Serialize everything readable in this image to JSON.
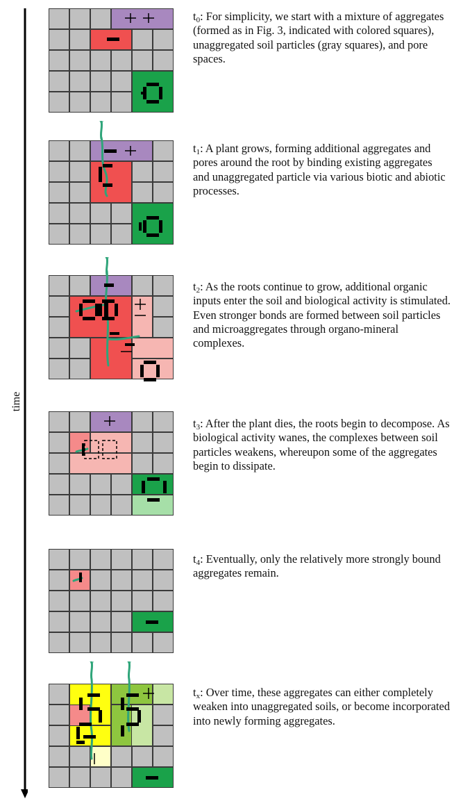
{
  "time_label": "time",
  "colors": {
    "soil_gray": "#c0c0c0",
    "grid_line": "#3a3a3a",
    "purple": "#a888bf",
    "red": "#f05050",
    "red_light": "#f58a8a",
    "pink": "#f6b6b2",
    "green": "#1aa24a",
    "green_light": "#a6dfa8",
    "yellow": "#ffff10",
    "yellow_light": "#ffffc8",
    "olive": "#8ec63f",
    "olive_light": "#c8e6a4",
    "plant": "#2fa57a",
    "bond": "#000000"
  },
  "stages": [
    {
      "id": "t0",
      "sym": "t",
      "sub": "0",
      "text": ": For simplicity, we start with a mixture of aggregates (formed as in Fig. 3, indicated with colored squares), unaggregated soil particles (gray squares), and pore spaces."
    },
    {
      "id": "t1",
      "sym": "t",
      "sub": "1",
      "text": ": A plant grows, forming additional aggregates and pores around the root by binding existing aggregates and unaggregated particle via various biotic and abiotic processes."
    },
    {
      "id": "t2",
      "sym": "t",
      "sub": "2",
      "text": ": As the roots continue to grow, additional organic inputs enter the soil and biological activity is stimulated. Even stronger bonds are formed between soil particles and microaggregates through organo-mineral complexes."
    },
    {
      "id": "t3",
      "sym": "t",
      "sub": "3",
      "text": ": After the plant dies, the roots begin to decompose. As biological activity wanes, the complexes between soil particles weakens, whereupon some of the aggregates begin to dissipate."
    },
    {
      "id": "t4",
      "sym": "t",
      "sub": "4",
      "text": ": Eventually, only the relatively more strongly bound aggregates remain."
    },
    {
      "id": "tx",
      "sym": "t",
      "sub": "x",
      "text": ": Over time, these aggregates can either completely weaken into unaggregated soils, or become incorporated into newly forming aggregates."
    }
  ]
}
